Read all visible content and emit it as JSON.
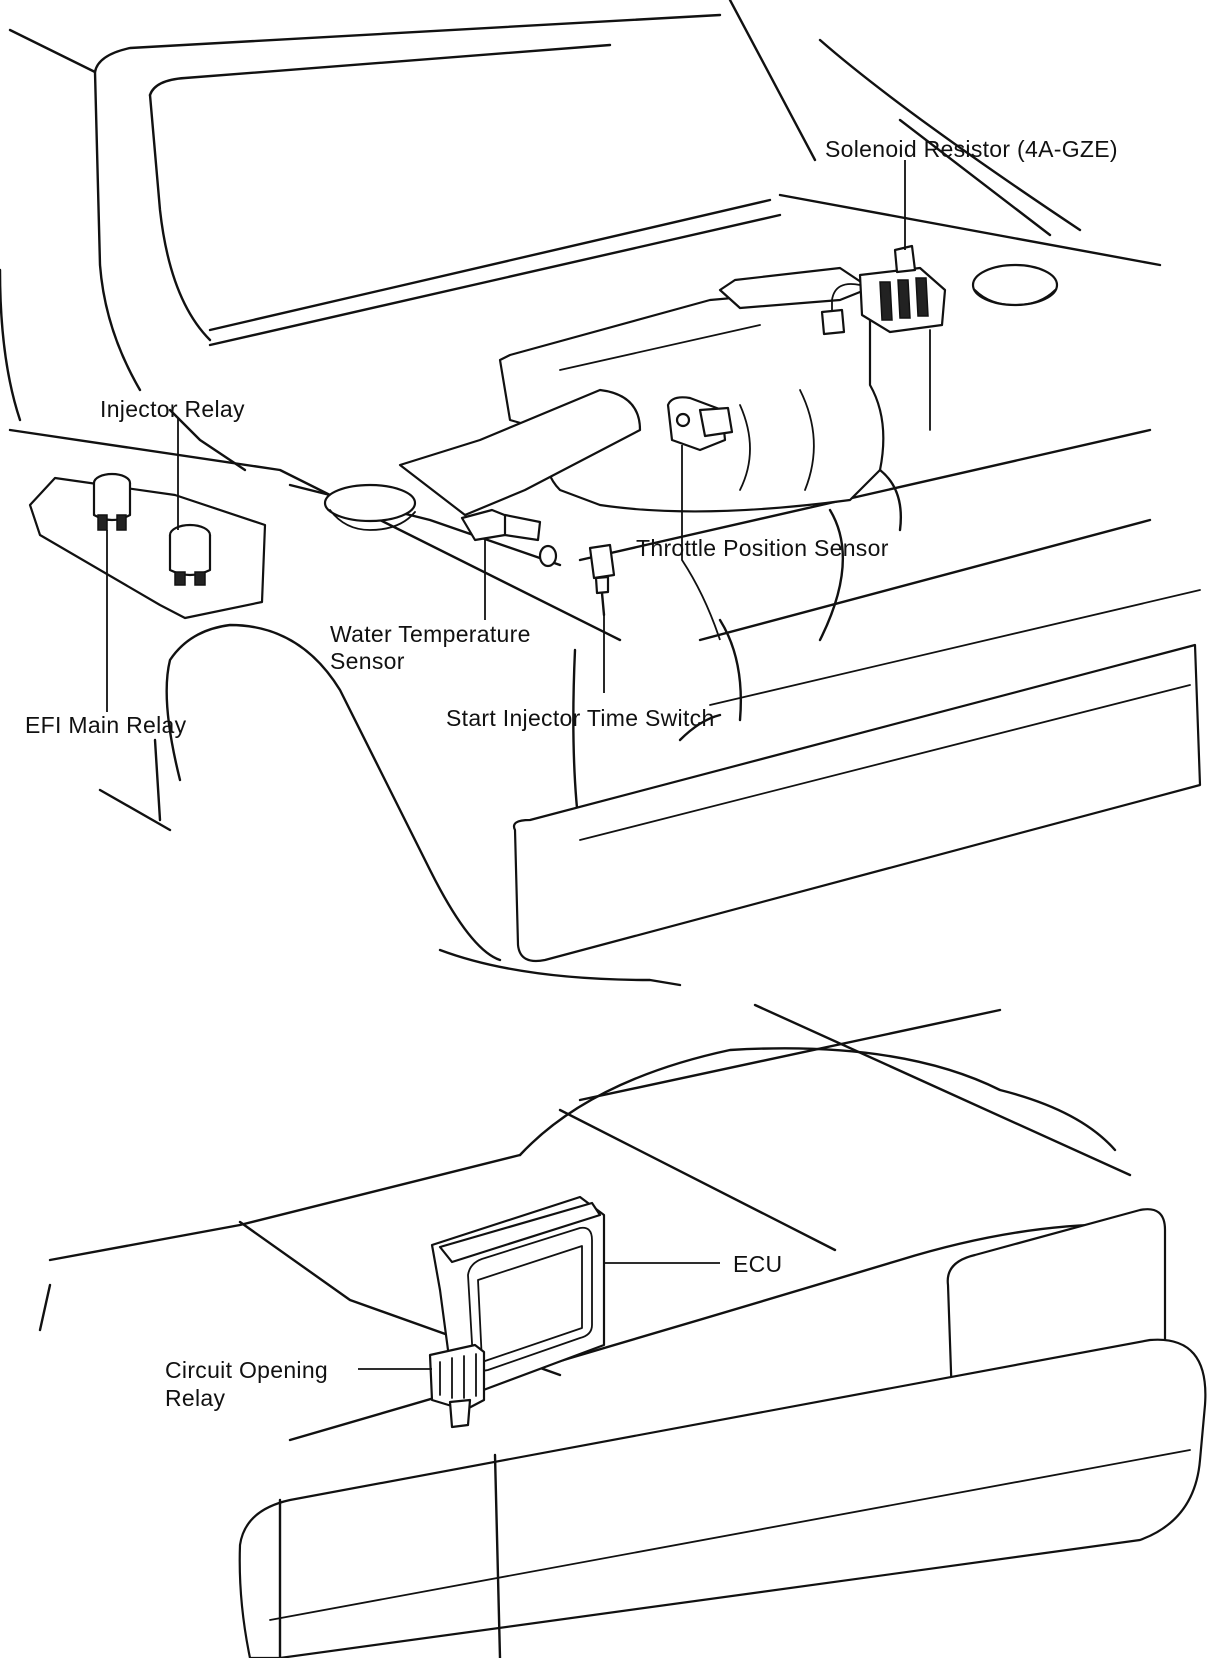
{
  "labels": {
    "solenoid_resistor": "Solenoid Resistor (4A-GZE)",
    "injector_relay": "Injector Relay",
    "throttle_position_sensor": "Throttle Position Sensor",
    "water_temp_line1": "Water Temperature",
    "water_temp_line2": "Sensor",
    "efi_main_relay": "EFI Main Relay",
    "start_injector_time_switch": "Start Injector Time Switch",
    "ecu": "ECU",
    "circuit_opening_line1": "Circuit Opening",
    "circuit_opening_line2": "Relay"
  }
}
